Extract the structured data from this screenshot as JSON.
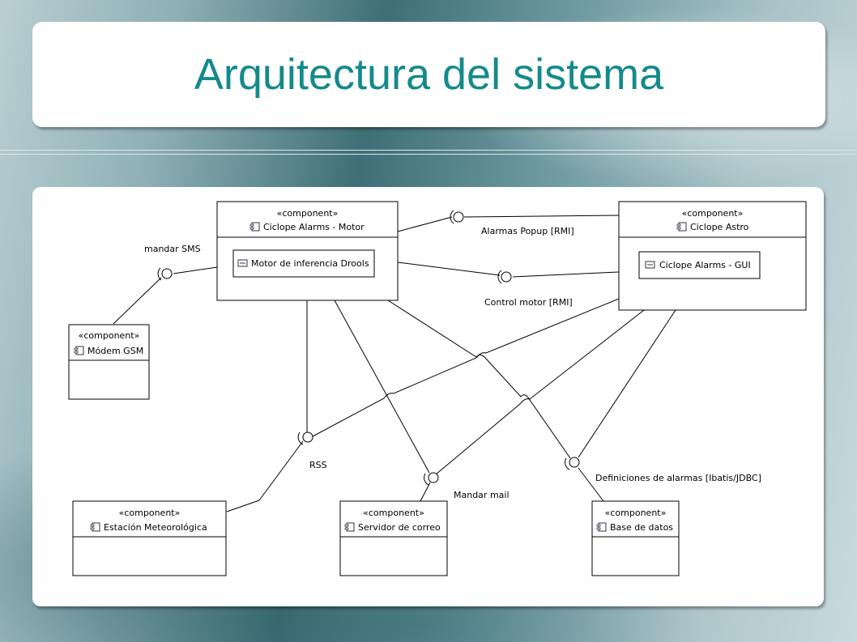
{
  "slide": {
    "title": "Arquitectura del sistema"
  },
  "diagram": {
    "stereotype": "«component»",
    "components": {
      "motor": {
        "name": "Ciclope Alarms - Motor",
        "inner": "Motor de inferencia Drools"
      },
      "astro": {
        "name": "Ciclope Astro",
        "inner": "Ciclope Alarms - GUI"
      },
      "gsm": {
        "name": "Módem GSM"
      },
      "estacion": {
        "name": "Estación Meteorológica"
      },
      "correo": {
        "name": "Servidor de correo"
      },
      "bd": {
        "name": "Base de datos"
      }
    },
    "interfaces": {
      "sms": "mandar SMS",
      "popup": "Alarmas Popup [RMI]",
      "control": "Control motor [RMI]",
      "rss": "RSS",
      "mail": "Mandar mail",
      "defs": "Definiciones de alarmas [Ibatis/JDBC]"
    },
    "icons": {
      "component": "component-icon"
    }
  }
}
